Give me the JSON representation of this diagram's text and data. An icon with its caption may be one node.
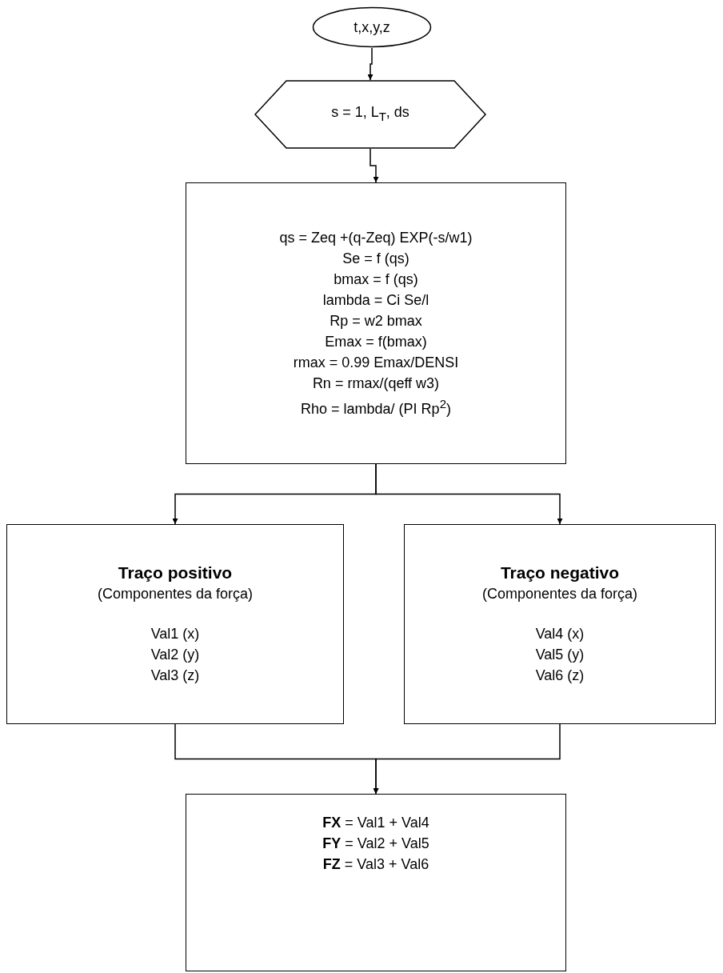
{
  "diagram": {
    "nodes": [
      {
        "text": [
          "t,x,y,z"
        ]
      },
      {
        "text": [
          "s = 1, L$_{T}$, ds"
        ]
      },
      {
        "text": [
          "qs = Zeq +(q-Zeq) EXP(-s/w1)",
          "Se = f (qs)",
          "bmax = f (qs)",
          "lambda = Ci Se/l",
          "Rp = w2  bmax",
          "Emax = f(bmax)",
          "rmax = 0.99 Emax/DENSI",
          "Rn = rmax/(qeff w3)",
          "Rho = lambda/ (PI Rp$^{2}$)"
        ]
      },
      {
        "text": [
          "Traço positivo",
          "(Componentes da força)",
          "Val1 (x)",
          "Val2 (y)",
          "Val3 (z)"
        ]
      },
      {
        "text": [
          "Traço negativo",
          "(Componentes da força)",
          "Val4 (x)",
          "Val5 (y)",
          "Val6 (z)"
        ]
      },
      {
        "text": [
          "**FX** = Val1 + Val4",
          "**FY** = Val2 + Val5",
          "**FZ** = Val3 + Val6"
        ]
      }
    ],
    "edges": [
      {
        "from": 0,
        "to": 1,
        "arrow": "to"
      },
      {
        "from": 1,
        "to": 2,
        "arrow": "to"
      },
      {
        "from": 2,
        "to": 3,
        "arrow": "to"
      },
      {
        "from": 2,
        "to": 4,
        "arrow": "to"
      },
      {
        "from": 3,
        "to": 5,
        "arrow": "to"
      },
      {
        "from": 4,
        "to": 5,
        "arrow": "to"
      }
    ]
  }
}
